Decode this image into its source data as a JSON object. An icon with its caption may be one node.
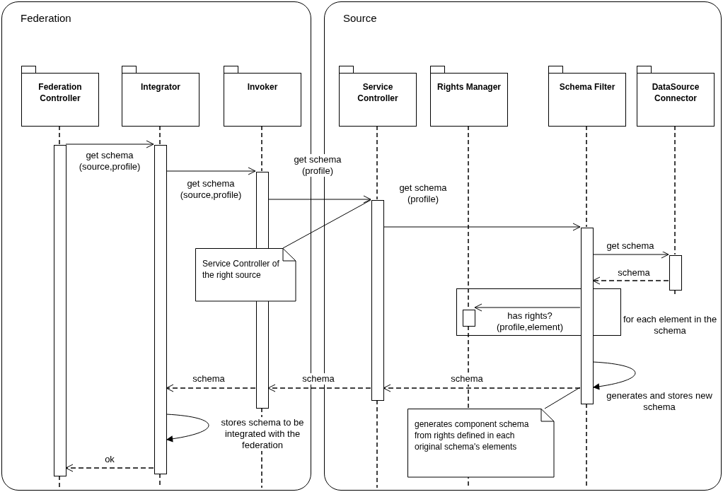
{
  "diagram": {
    "nodes": [
      {
        "text": [
          "Federation"
        ]
      },
      {
        "text": [
          "Federation Controller"
        ],
        "in": 0
      },
      {
        "text": [
          "Integrator"
        ],
        "in": 0
      },
      {
        "text": [
          "Invoker"
        ],
        "in": 0
      },
      {
        "text": [
          "Source"
        ]
      },
      {
        "text": [
          "Service Controller"
        ],
        "in": 4
      },
      {
        "text": [
          "Rights Manager"
        ],
        "in": 4
      },
      {
        "text": [
          "Schema Filter"
        ],
        "in": 4
      },
      {
        "text": [
          "DataSource Connector"
        ],
        "in": 4
      },
      {
        "text": [
          "Service Controller of the right source"
        ],
        "in": 0
      },
      {
        "text": [
          "generates component schema from rights defined in each original schema's elements"
        ],
        "in": 4
      },
      {
        "text": [],
        "shape": "bar",
        "in": 0
      },
      {
        "text": [],
        "shape": "bar",
        "in": 0
      },
      {
        "text": [],
        "shape": "bar",
        "in": 0
      },
      {
        "text": [],
        "shape": "bar",
        "in": 4
      },
      {
        "text": [],
        "shape": "bar",
        "in": 4
      },
      {
        "text": [],
        "shape": "bar",
        "in": 4
      },
      {
        "text": [],
        "shape": "bar",
        "in": 4
      }
    ],
    "edges": [
      {
        "from": 11,
        "to": 12,
        "arrow": "to",
        "label": "get schema (source,profile)"
      },
      {
        "from": 12,
        "to": 13,
        "arrow": "to",
        "label": "get schema (source,profile)"
      },
      {
        "from": 13,
        "to": 14,
        "arrow": "to",
        "label": "get schema (profile)"
      },
      {
        "from": 14,
        "to": 16,
        "arrow": "to",
        "label": "get schema (profile)"
      },
      {
        "from": 16,
        "to": 17,
        "arrow": "to",
        "label": "get schema"
      },
      {
        "from": 17,
        "to": 16,
        "arrow": "to",
        "label": "schema",
        "style": "dashed"
      },
      {
        "from": 16,
        "to": 15,
        "arrow": "to",
        "label": "has rights? (profile,element)"
      },
      {
        "from": 16,
        "to": 16,
        "arrow": "to",
        "label": "generates and stores new schema"
      },
      {
        "from": 16,
        "to": 14,
        "arrow": "to",
        "label": "schema",
        "style": "dashed"
      },
      {
        "from": 14,
        "to": 13,
        "arrow": "to",
        "label": "schema",
        "style": "dashed"
      },
      {
        "from": 13,
        "to": 12,
        "arrow": "to",
        "label": "schema",
        "style": "dashed"
      },
      {
        "from": 12,
        "to": 12,
        "arrow": "to",
        "label": "stores schema to be integrated with the federation"
      },
      {
        "from": 12,
        "to": 11,
        "arrow": "to",
        "label": "ok",
        "style": "dashed"
      },
      {
        "from": 9,
        "to": 14,
        "arrow": "none"
      },
      {
        "from": 10,
        "to": 16,
        "arrow": "none"
      },
      {
        "from": 1,
        "to": 11,
        "arrow": "none",
        "style": "dashed"
      },
      {
        "from": 2,
        "to": 12,
        "arrow": "none",
        "style": "dashed"
      },
      {
        "from": 3,
        "to": 13,
        "arrow": "none",
        "style": "dashed"
      },
      {
        "from": 5,
        "to": 14,
        "arrow": "none",
        "style": "dashed"
      },
      {
        "from": 6,
        "to": 15,
        "arrow": "none",
        "style": "dashed"
      },
      {
        "from": 7,
        "to": 16,
        "arrow": "none",
        "style": "dashed"
      },
      {
        "from": 8,
        "to": 17,
        "arrow": "none",
        "style": "dashed"
      }
    ],
    "labels": [
      "for each element in the schema"
    ]
  }
}
